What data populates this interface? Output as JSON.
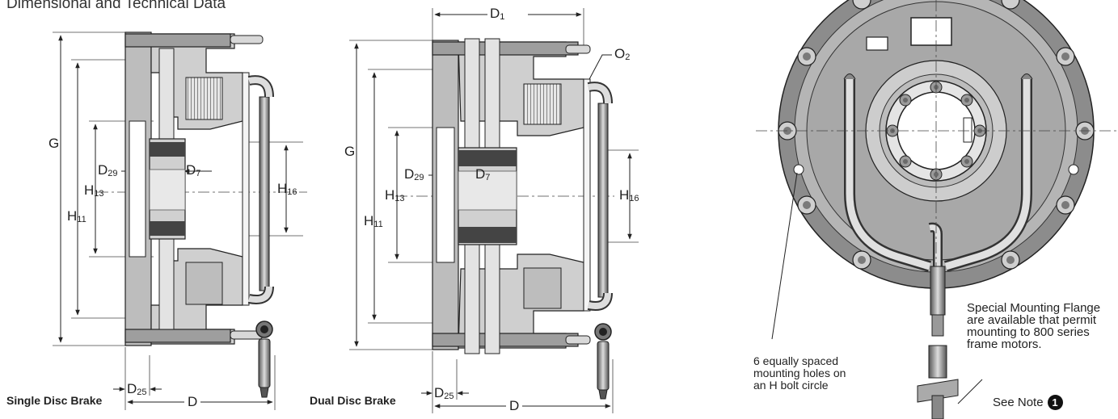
{
  "heading": "Dimensional and Technical Data",
  "left_diagram": {
    "caption": "Single Disc Brake",
    "labels": {
      "G": "G",
      "H11_main": "H",
      "H11_sub": "11",
      "H13_main": "H",
      "H13_sub": "13",
      "H16_main": "H",
      "H16_sub": "16",
      "D29_main": "D",
      "D29_sub": "29",
      "D7_main": "D",
      "D7_sub": "7",
      "D25_main": "D",
      "D25_sub": "25",
      "D": "D"
    }
  },
  "right_diagram": {
    "caption": "Dual Disc Brake",
    "labels": {
      "D1_main": "D",
      "D1_sub": "1",
      "O2_main": "O",
      "O2_sub": "2",
      "G": "G",
      "H11_main": "H",
      "H11_sub": "11",
      "H13_main": "H",
      "H13_sub": "13",
      "H16_main": "H",
      "H16_sub": "16",
      "D29_main": "D",
      "D29_sub": "29",
      "D7_main": "D",
      "D7_sub": "7",
      "D25_main": "D",
      "D25_sub": "25",
      "D": "D"
    }
  },
  "front_view": {
    "holes_note_lines": [
      "6 equally spaced",
      "mounting holes on",
      "an H bolt circle"
    ],
    "flange_note_lines": [
      "Special Mounting Flange",
      "are available that permit",
      "mounting to 800 series",
      "frame motors."
    ],
    "see_note_text": "See Note",
    "note_number": "1"
  }
}
